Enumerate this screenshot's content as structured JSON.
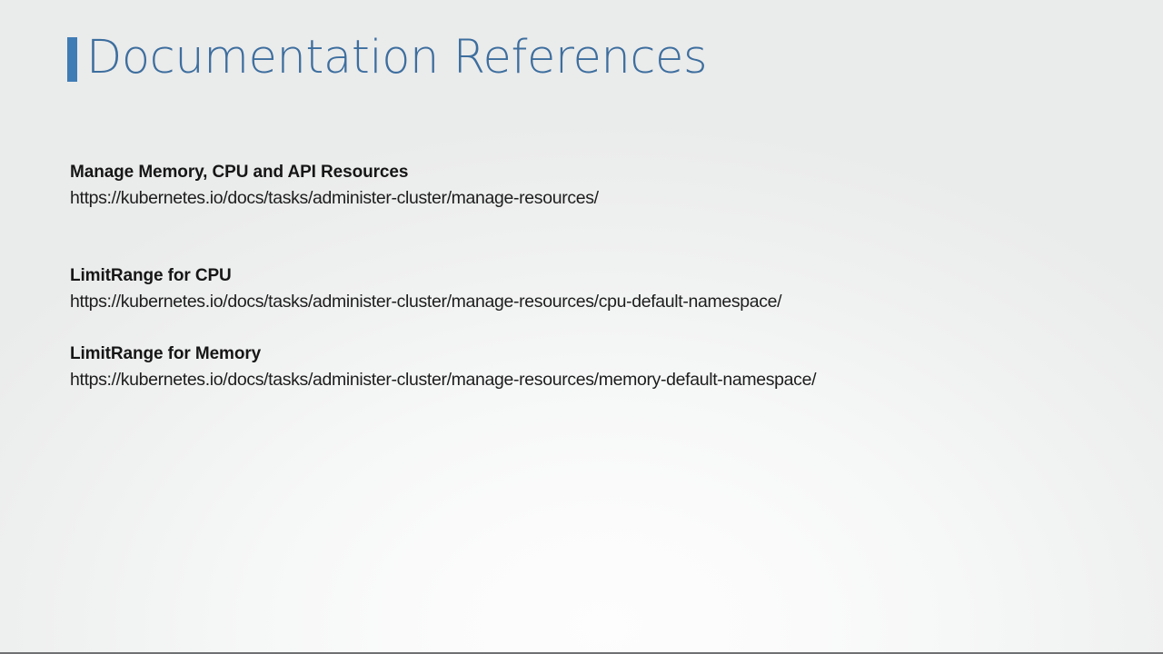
{
  "slide": {
    "title": "Documentation References",
    "accent_color": "#3f7cb6",
    "title_color": "#3d6e9e",
    "background_color": "#f2f3f3",
    "text_color": "#1d1d1d",
    "heading_color": "#161616"
  },
  "references": [
    {
      "heading": "Manage Memory, CPU and API Resources",
      "url": "https://kubernetes.io/docs/tasks/administer-cluster/manage-resources/"
    },
    {
      "heading": "LimitRange for CPU",
      "url": "https://kubernetes.io/docs/tasks/administer-cluster/manage-resources/cpu-default-namespace/"
    },
    {
      "heading": "LimitRange for Memory",
      "url": "https://kubernetes.io/docs/tasks/administer-cluster/manage-resources/memory-default-namespace/"
    }
  ]
}
